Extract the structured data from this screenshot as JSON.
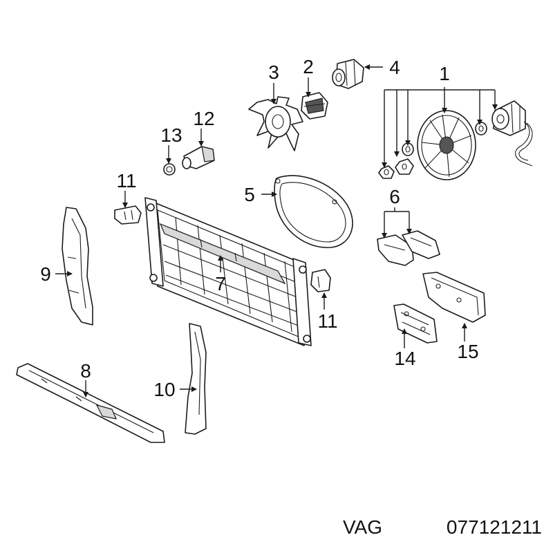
{
  "callouts": {
    "c1": "1",
    "c2": "2",
    "c3": "3",
    "c4": "4",
    "c5": "5",
    "c6": "6",
    "c7": "7",
    "c8": "8",
    "c9": "9",
    "c10": "10",
    "c11a": "11",
    "c11b": "11",
    "c12": "12",
    "c13": "13",
    "c14": "14",
    "c15": "15"
  },
  "footer": {
    "brand": "VAG",
    "part_number": "077121211"
  }
}
